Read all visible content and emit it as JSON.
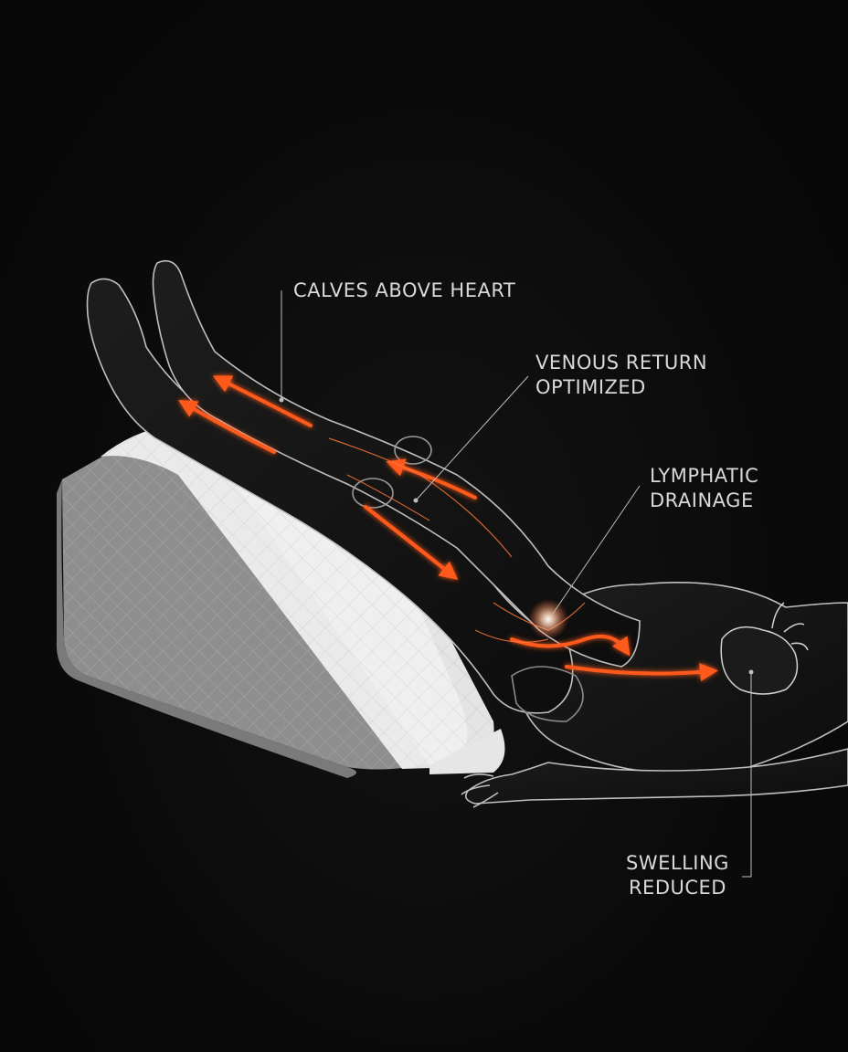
{
  "labels": {
    "calves": [
      "CALVES ABOVE HEART"
    ],
    "venous": [
      "VENOUS RETURN",
      "OPTIMIZED"
    ],
    "lymphatic": [
      "LYMPHATIC",
      "DRAINAGE"
    ],
    "swelling": [
      "SWELLING",
      "REDUCED"
    ]
  },
  "colors": {
    "background": "#0b0b0b",
    "flow_arrow": "#ff5a1f",
    "label_text": "#d9d9d9",
    "pillow_top": "#f2f2f2",
    "pillow_side": "#8f8f8f"
  },
  "icons": {
    "pillow": "wedge-pillow-icon",
    "body": "reclining-body-outline",
    "heart": "anatomical-heart-icon",
    "flow": "orange-flow-arrow-icon"
  }
}
